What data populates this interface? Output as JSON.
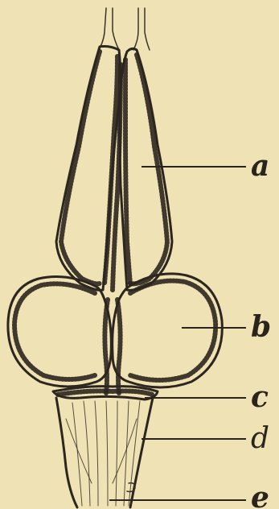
{
  "figure": {
    "labels": {
      "a": "a",
      "b": "b",
      "c": "c",
      "d": "d",
      "e": "e"
    }
  },
  "colors": {
    "paper": "#efe2b4",
    "ink": "#2a241c"
  }
}
